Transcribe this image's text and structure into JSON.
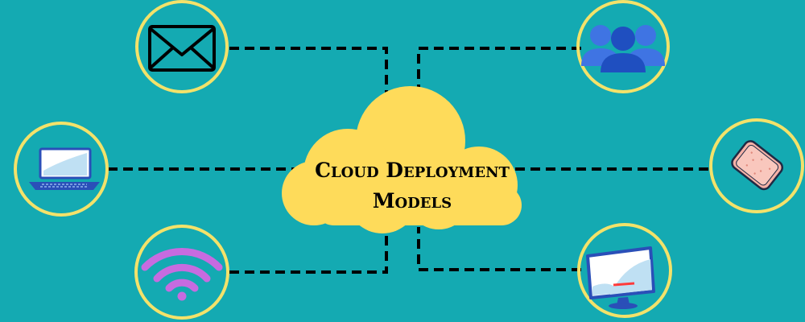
{
  "diagram": {
    "title_line1": "Cloud Deployment",
    "title_line2": "Models",
    "nodes": [
      {
        "id": "email",
        "icon": "envelope-icon"
      },
      {
        "id": "laptop",
        "icon": "laptop-icon"
      },
      {
        "id": "wifi",
        "icon": "wifi-icon"
      },
      {
        "id": "users",
        "icon": "users-icon"
      },
      {
        "id": "phone",
        "icon": "smartphone-icon"
      },
      {
        "id": "monitor",
        "icon": "monitor-icon"
      }
    ]
  },
  "colors": {
    "background": "#14aab2",
    "cloud": "#fedb5a",
    "node_ring": "#f3e26a",
    "connector": "#000000",
    "users_icon": "#2f64d8",
    "wifi_icon": "#c76be0",
    "laptop_icon": "#2a4fb8",
    "phone_icon": "#f6b1a6",
    "monitor_icon": "#2a4fb8"
  }
}
